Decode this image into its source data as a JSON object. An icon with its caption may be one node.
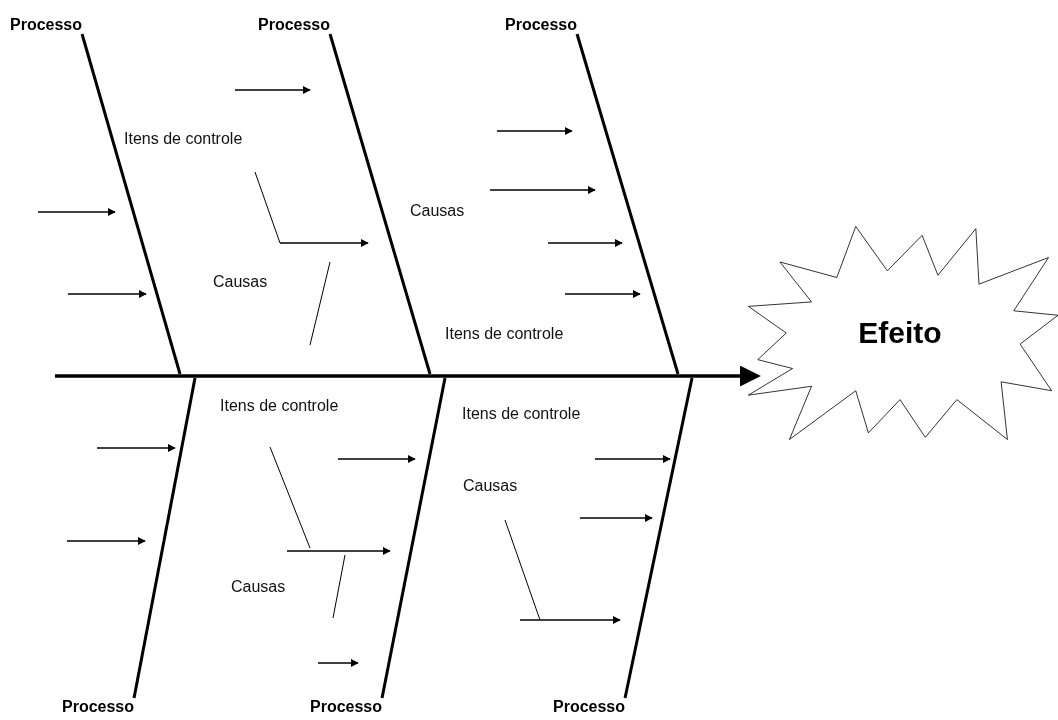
{
  "diagram": {
    "nodes": [
      {
        "text": [
          "Processo"
        ]
      },
      {
        "text": [
          "Processo"
        ]
      },
      {
        "text": [
          "Processo"
        ]
      },
      {
        "text": [
          "Efeito"
        ]
      },
      {
        "text": [
          "Processo"
        ]
      },
      {
        "text": [
          "Processo"
        ]
      },
      {
        "text": [
          "Processo"
        ]
      }
    ],
    "edges": [
      {
        "from": null,
        "to": 3,
        "arrow": "to"
      },
      {
        "from": 0,
        "to": null,
        "arrow": "none"
      },
      {
        "from": 1,
        "to": null,
        "arrow": "none"
      },
      {
        "from": 2,
        "to": null,
        "arrow": "none"
      },
      {
        "from": 4,
        "to": null,
        "arrow": "none"
      },
      {
        "from": 5,
        "to": null,
        "arrow": "none"
      },
      {
        "from": 6,
        "to": null,
        "arrow": "none"
      }
    ],
    "labels": [
      "Itens de controle",
      "Causas",
      "Causas",
      "Itens de controle",
      "Itens de controle",
      "Itens de controle",
      "Causas",
      "Causas"
    ]
  }
}
